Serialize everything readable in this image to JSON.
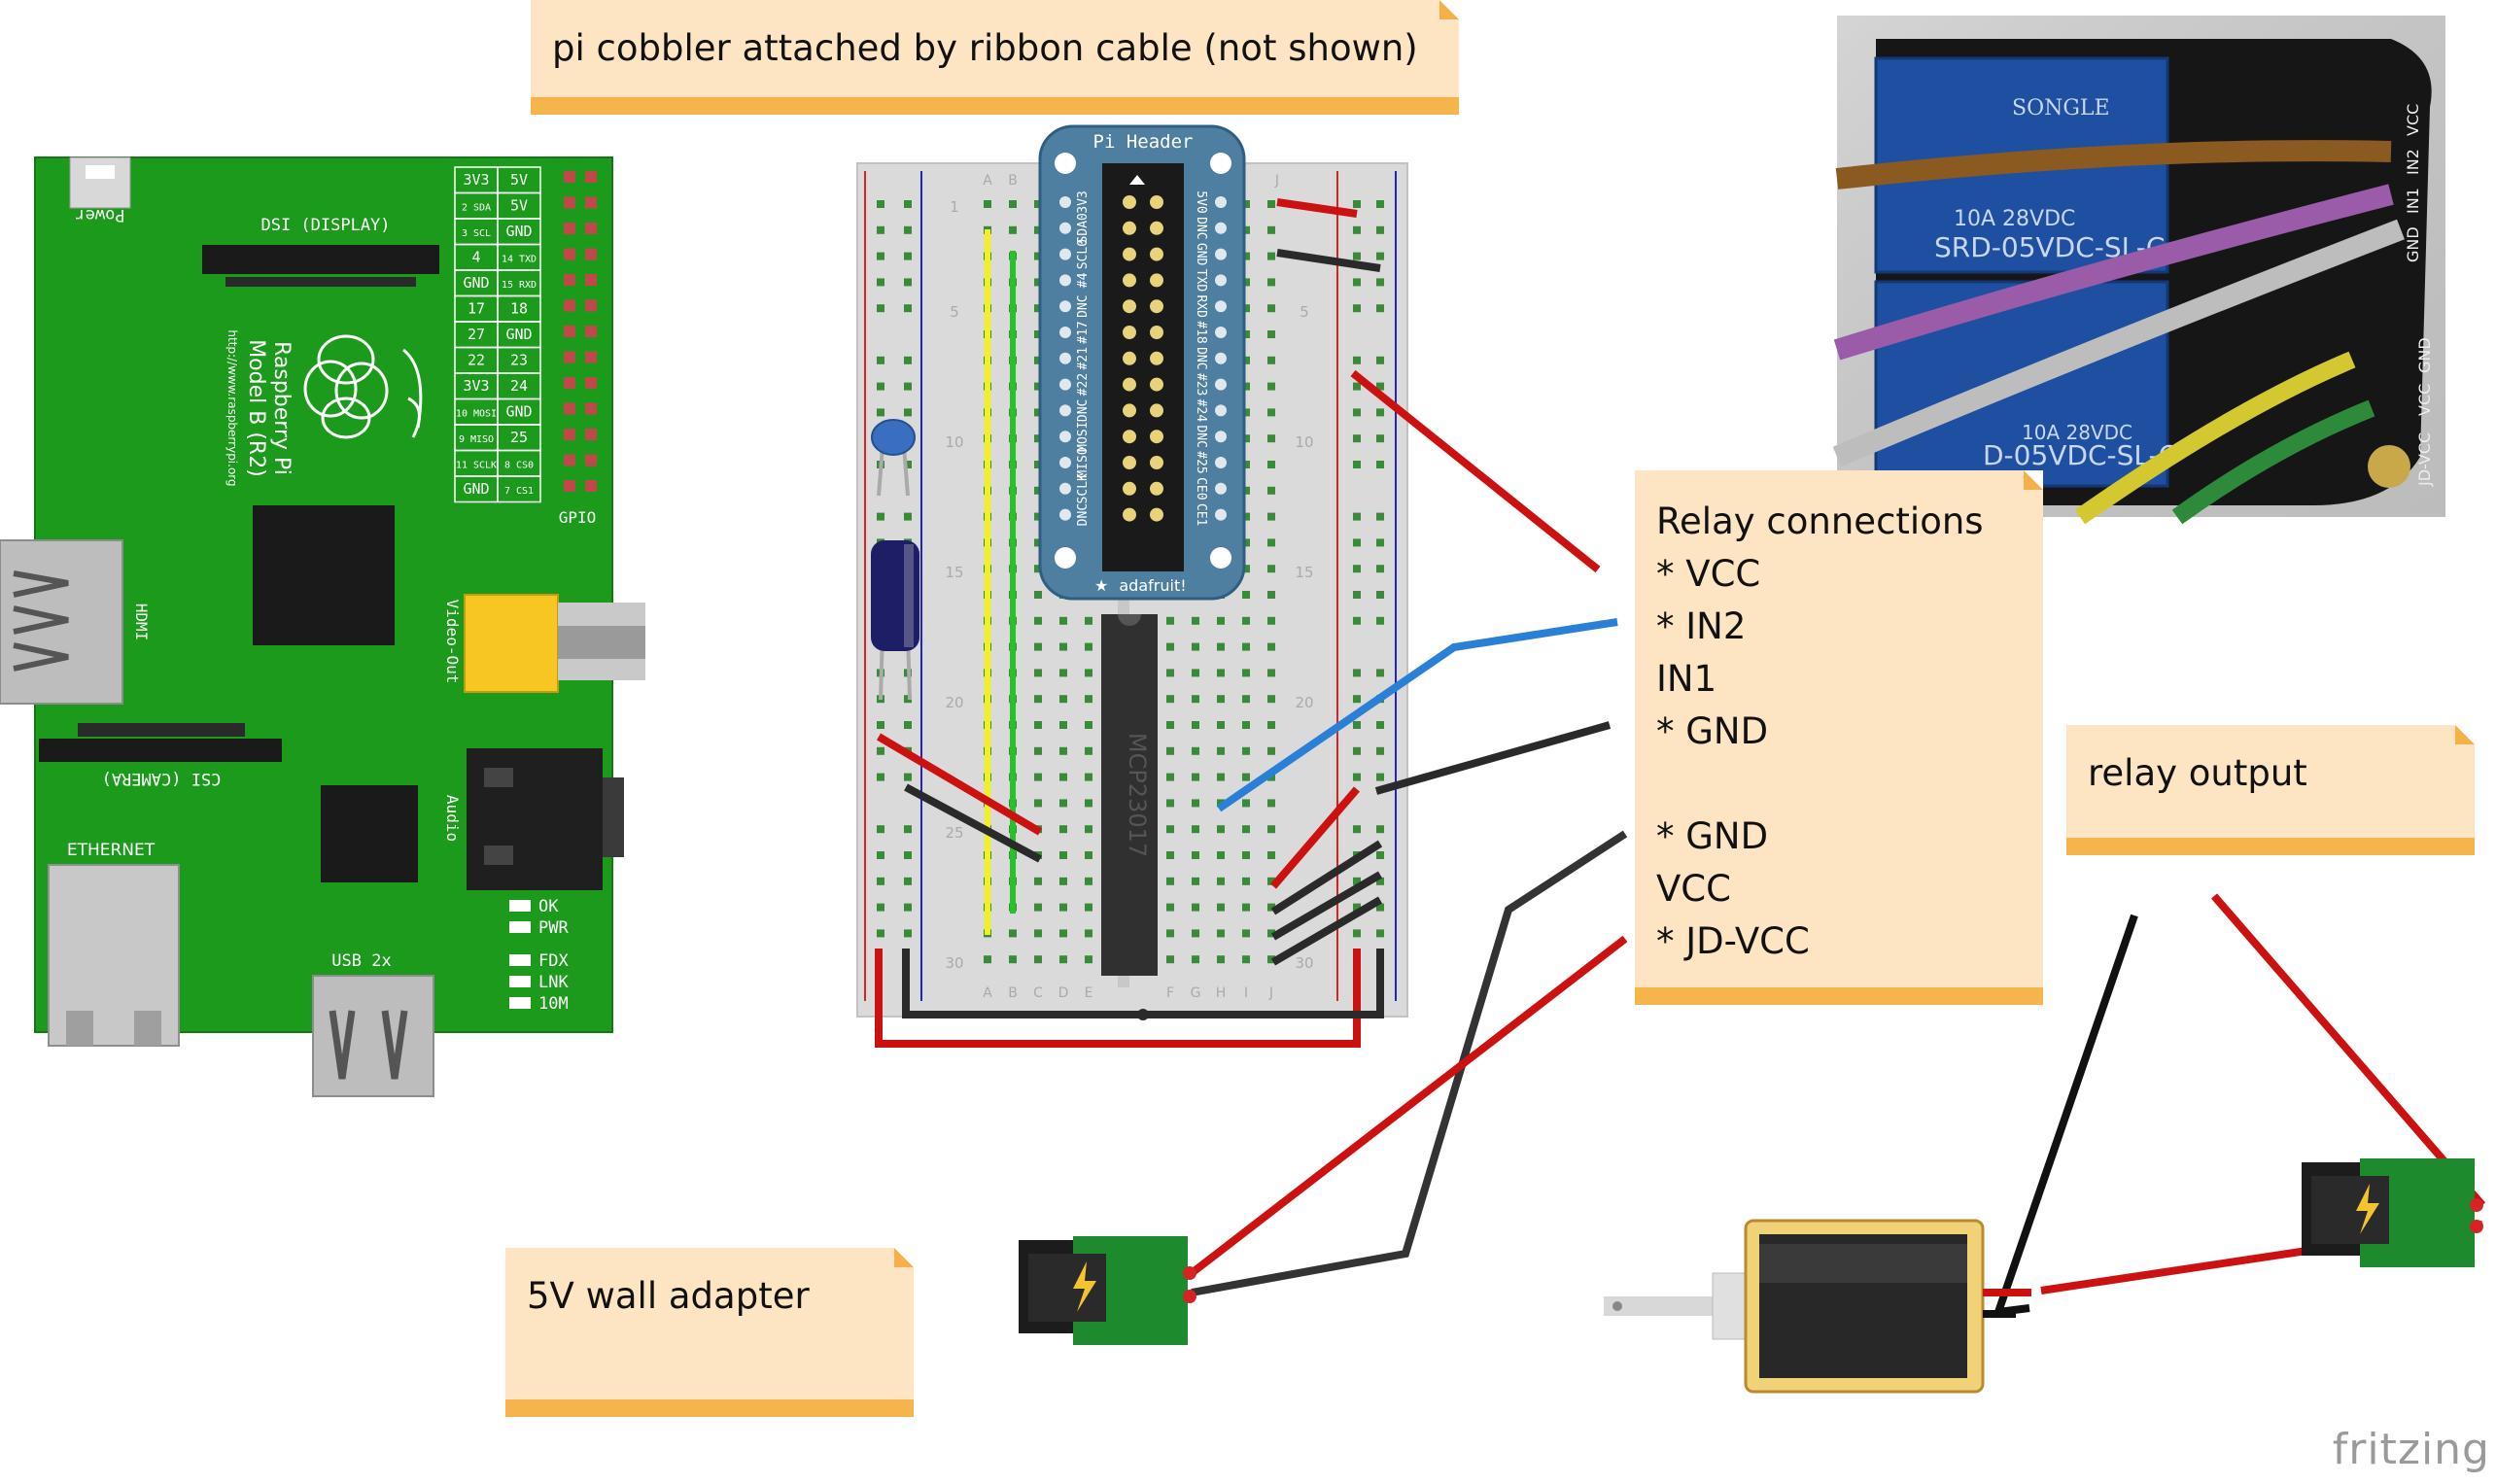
{
  "notes": {
    "cobbler": "pi cobbler attached by ribbon cable (not shown)",
    "relay_connections": [
      "Relay connections",
      "* VCC",
      "* IN2",
      "IN1",
      "* GND",
      "",
      "* GND",
      "VCC",
      "* JD-VCC"
    ],
    "relay_output": "relay output",
    "wall_adapter": "5V wall adapter"
  },
  "raspberry_pi": {
    "power": "Power",
    "dsi": "DSI (DISPLAY)",
    "model": "Raspberry Pi",
    "model_rev": "Model B (R2)",
    "url": "http://www.raspberrypi.org",
    "hdmi": "HDMI",
    "video_out": "Video-Out",
    "audio": "Audio",
    "csi": "CSI (CAMERA)",
    "ethernet": "ETHERNET",
    "usb": "USB 2x",
    "gpio": "GPIO",
    "leds": [
      "OK",
      "PWR",
      "FDX",
      "LNK",
      "10M"
    ],
    "gpio_table": [
      [
        "3V3",
        "5V"
      ],
      [
        "2 SDA",
        "5V"
      ],
      [
        "3 SCL",
        "GND"
      ],
      [
        "4",
        "14 TXD"
      ],
      [
        "GND",
        "15 RXD"
      ],
      [
        "17",
        "18"
      ],
      [
        "27",
        "GND"
      ],
      [
        "22",
        "23"
      ],
      [
        "3V3",
        "24"
      ],
      [
        "10 MOSI",
        "GND"
      ],
      [
        "9 MISO",
        "25"
      ],
      [
        "11 SCLK",
        "8 CS0"
      ],
      [
        "GND",
        "7 CS1"
      ]
    ]
  },
  "cobbler": {
    "title": "Pi Header",
    "left_labels": [
      "3V3",
      "SDA0",
      "SCL0",
      "#4",
      "DNC",
      "#17",
      "#21",
      "#22",
      "DNC",
      "MOSI",
      "MISO",
      "SCLK",
      "DNC"
    ],
    "right_labels": [
      "5V0",
      "DNC",
      "GND",
      "TXD",
      "RXD",
      "#18",
      "DNC",
      "#23",
      "#24",
      "DNC",
      "#25",
      "CE0",
      "CE1"
    ],
    "brand": "adafruit!"
  },
  "breadboard": {
    "columns_left": [
      "A",
      "B",
      "C",
      "D",
      "E"
    ],
    "columns_right": [
      "F",
      "G",
      "H",
      "I",
      "J"
    ],
    "row_numbers": [
      "1",
      "5",
      "10",
      "15",
      "20",
      "25",
      "30"
    ]
  },
  "chip": {
    "label": "MCP23017"
  },
  "relay_photo": {
    "brand": "SONGLE",
    "model": "SRD-05VDC-SL-C",
    "rating": "10A 28VDC",
    "model2": "D-05VDC-SL-C",
    "header_labels": [
      "GND",
      "IN1",
      "IN2",
      "VCC"
    ],
    "jd_labels": [
      "JD-VCC",
      "VCC",
      "GND"
    ]
  },
  "logo": "fritzing"
}
